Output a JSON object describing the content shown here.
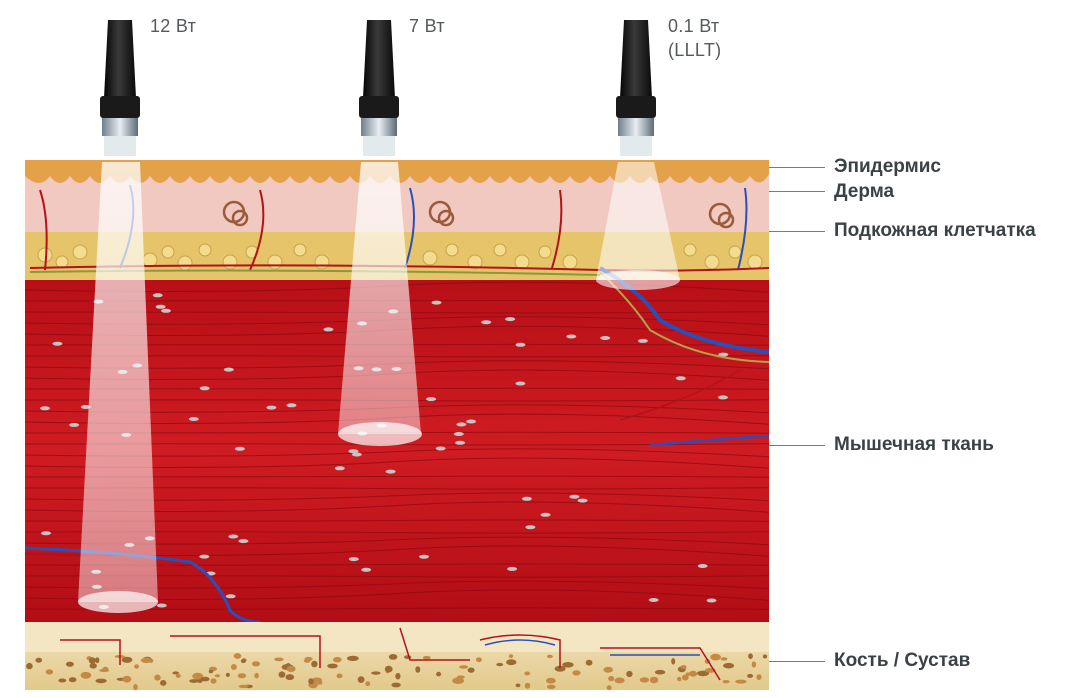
{
  "probes": [
    {
      "name": "probe-12w",
      "label_lines": [
        "12 Вт"
      ]
    },
    {
      "name": "probe-7w",
      "label_lines": [
        "7 Вт"
      ]
    },
    {
      "name": "probe-01w",
      "label_lines": [
        "0.1 Вт",
        "(LLLT)"
      ]
    }
  ],
  "layers": {
    "epidermis": "Эпидермис",
    "dermis": "Дерма",
    "subcutaneous": "Подкожная клетчатка",
    "muscle": "Мышечная ткань",
    "bone": "Кость / Сустав"
  },
  "colors": {
    "epidermis": "#e3a24a",
    "dermis": "#f1c9c0",
    "fat": "#e7c86c",
    "muscle": "#c8141b",
    "muscle_light": "#e0393d",
    "bone": "#efdcaa",
    "bone_dark": "#b07a3c",
    "vein": "#2a4fb8",
    "artery": "#b3121a",
    "probe": "#161616",
    "label": "#3b4246"
  }
}
